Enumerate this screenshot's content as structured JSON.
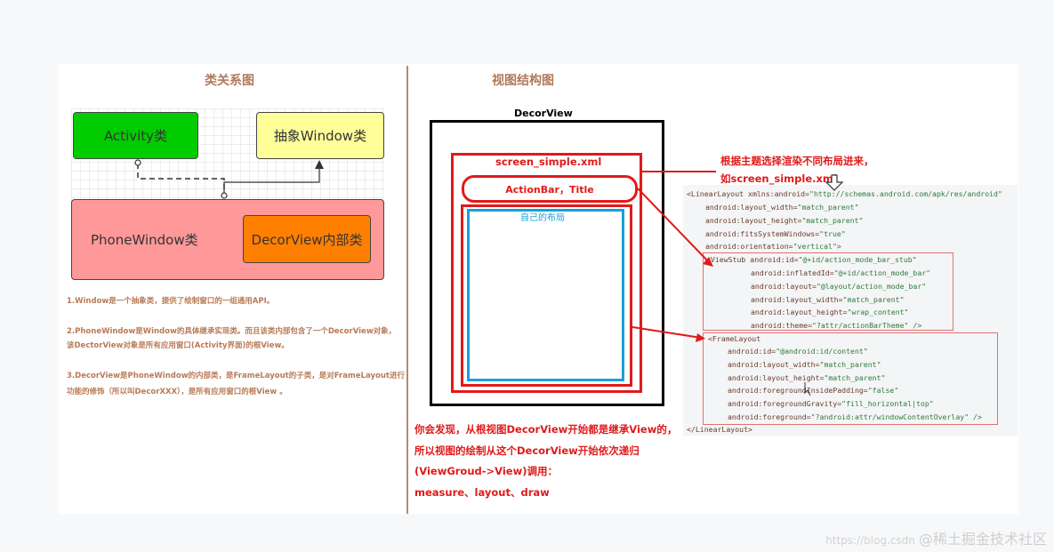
{
  "left_panel": {
    "title": "类关系图",
    "activity_class": "Activity类",
    "window_class": "抽象Window类",
    "phone_window_class": "PhoneWindow类",
    "decor_view_class": "DecorView内部类",
    "notes": [
      "1.Window是一个抽象类，提供了绘制窗口的一组通用API。",
      "2.PhoneWindow是Window的具体继承实现类。而且该类内部包含了一个DecorView对象，",
      "该DectorView对象是所有应用窗口(Activity界面)的根View。",
      "3.DecorView是PhoneWindow的内部类，是FrameLayout的子类，是对FrameLayout进行",
      "功能的修饰（所以叫DecorXXX），是所有应用窗口的根View 。"
    ]
  },
  "right_panel": {
    "title": "视图结构图",
    "decor_view_label": "DecorView",
    "screen_simple_label": "screen_simple.xml",
    "actionbar_label": "ActionBar，Title",
    "own_layout_label": "自己的布局",
    "annotation_lines": [
      "根据主题选择渲染不同布局进来，",
      "如screen_simple.xml"
    ],
    "bottom_lines": [
      "你会发现，从根视图DecorView开始都是继承View的，",
      "所以视图的绘制从这个DecorView开始依次递归",
      "(ViewGroud->View)调用：",
      "measure、layout、draw"
    ]
  },
  "code": [
    {
      "attr": "<LinearLayout xmlns:android=",
      "val": "\"http://schemas.android.com/apk/res/android\""
    },
    {
      "attr": "android:layout_width=",
      "val": "\"match_parent\""
    },
    {
      "attr": "android:layout_height=",
      "val": "\"match_parent\""
    },
    {
      "attr": "android:fitsSystemWindows=",
      "val": "\"true\""
    },
    {
      "attr": "android:orientation=",
      "val": "\"vertical\">"
    },
    {
      "attr": "<ViewStub android:id=",
      "val": "\"@+id/action_mode_bar_stub\""
    },
    {
      "attr": "android:inflatedId=",
      "val": "\"@+id/action_mode_bar\""
    },
    {
      "attr": "android:layout=",
      "val": "\"@layout/action_mode_bar\""
    },
    {
      "attr": "android:layout_width=",
      "val": "\"match_parent\""
    },
    {
      "attr": "android:layout_height=",
      "val": "\"wrap_content\""
    },
    {
      "attr": "android:theme=",
      "val": "\"?attr/actionBarTheme\" />"
    },
    {
      "attr": "<FrameLayout",
      "val": ""
    },
    {
      "attr": "android:id=",
      "val": "\"@android:id/content\""
    },
    {
      "attr": "android:layout_width=",
      "val": "\"match_parent\""
    },
    {
      "attr": "android:layout_height=",
      "val": "\"match_parent\""
    },
    {
      "attr": "android:foregroundInsidePadding=",
      "val": "\"false\""
    },
    {
      "attr": "android:foregroundGravity=",
      "val": "\"fill_horizontal|top\""
    },
    {
      "attr": "android:foreground=",
      "val": "\"?android:attr/windowContentOverlay\" />"
    },
    {
      "attr": "</LinearLayout>",
      "val": ""
    }
  ],
  "watermark": {
    "url": "https://blog.csdn",
    "brand": "@稀土掘金技术社区"
  },
  "colors": {
    "activity_fill": "#00cc00",
    "window_fill": "#ffff99",
    "phone_window_fill": "#ff9999",
    "decor_fill": "#ff8000",
    "red": "#e01a1a",
    "own_layout_blue": "#1aa0d8"
  }
}
